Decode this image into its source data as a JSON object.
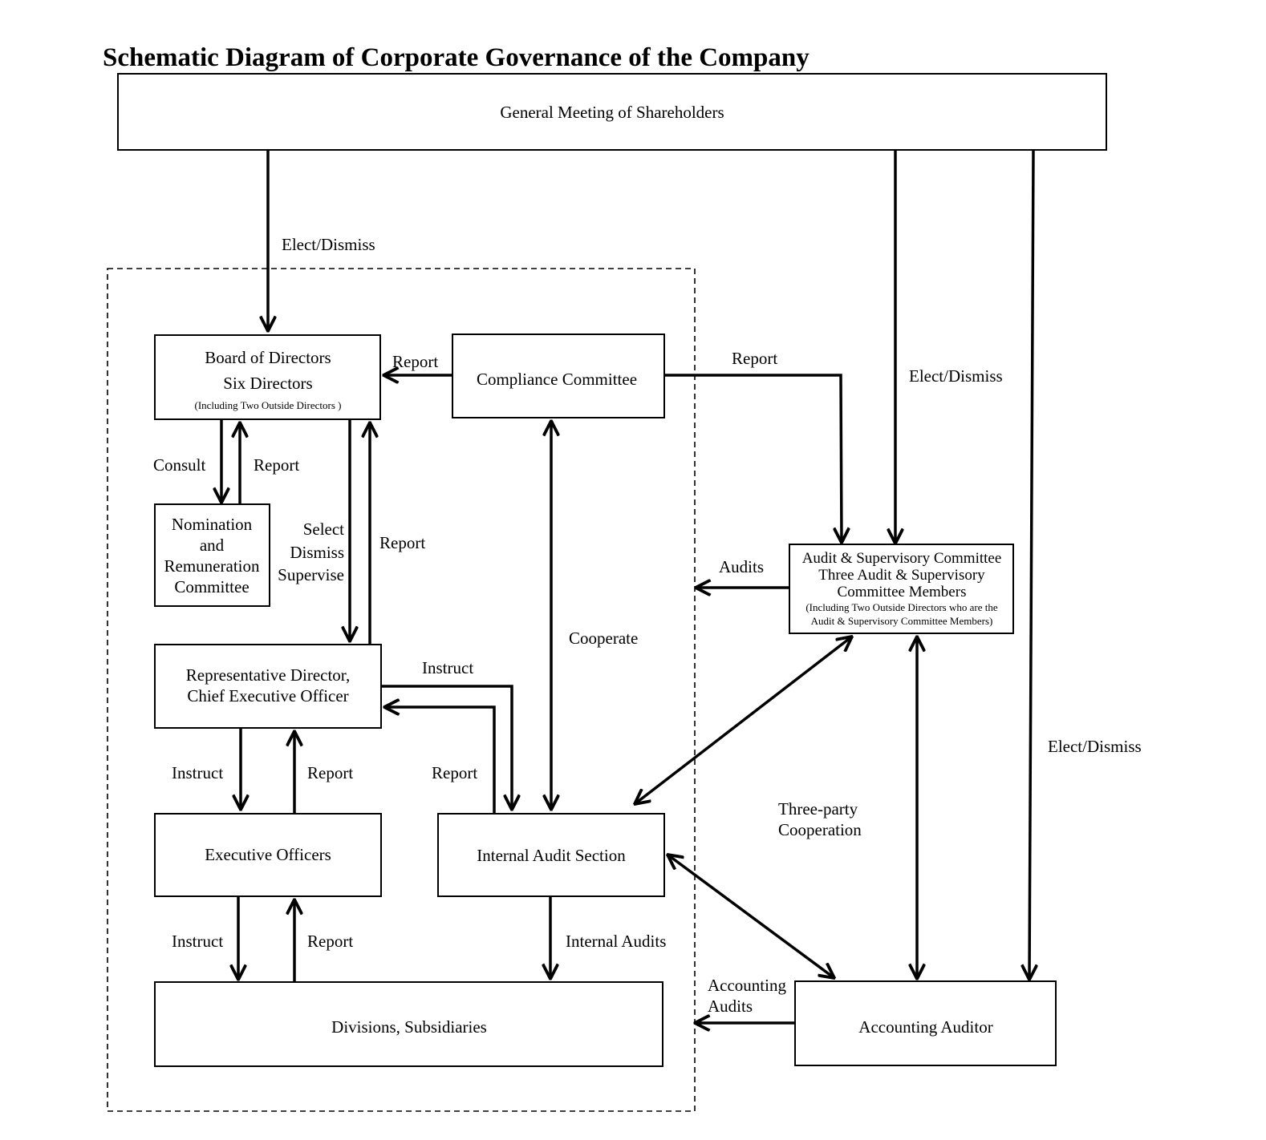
{
  "title": "Schematic Diagram of Corporate Governance of the Company",
  "nodes": {
    "shareholders": {
      "label": "General Meeting of Shareholders"
    },
    "board": {
      "line1": "Board of Directors",
      "line2": "Six Directors",
      "note": "(Including Two Outside Directors )"
    },
    "compliance": {
      "label": "Compliance Committee"
    },
    "nomination": {
      "lines": [
        "Nomination",
        "and",
        "Remuneration",
        "Committee"
      ]
    },
    "ceo": {
      "line1": "Representative Director,",
      "line2": "Chief Executive Officer"
    },
    "executive": {
      "label": "Executive Officers"
    },
    "internal_audit": {
      "label": "Internal Audit Section"
    },
    "divisions": {
      "label": "Divisions, Subsidiaries"
    },
    "audit_committee": {
      "line1": "Audit & Supervisory Committee",
      "line2": "Three Audit & Supervisory",
      "line3": "Committee Members",
      "note1": "(Including Two Outside Directors who are the",
      "note2": "Audit & Supervisory Committee Members)"
    },
    "accounting_auditor": {
      "label": "Accounting Auditor"
    }
  },
  "edge_labels": {
    "elect_dismiss_board": "Elect/Dismiss",
    "elect_dismiss_audit_committee": "Elect/Dismiss",
    "elect_dismiss_accounting_auditor": "Elect/Dismiss",
    "compliance_report_board": "Report",
    "compliance_report_audit": "Report",
    "consult": "Consult",
    "nomination_report": "Report",
    "select_dismiss_supervise": [
      "Select",
      "Dismiss",
      "Supervise"
    ],
    "ceo_report_board": "Report",
    "audits": "Audits",
    "cooperate": "Cooperate",
    "ceo_instruct_audit": "Instruct",
    "ceo_instruct_executive": "Instruct",
    "executive_report_ceo": "Report",
    "audit_report_ceo": "Report",
    "three_party": [
      "Three-party",
      "Cooperation"
    ],
    "executive_instruct_divisions": "Instruct",
    "divisions_report_executive": "Report",
    "internal_audits": "Internal Audits",
    "accounting_audits": [
      "Accounting",
      "Audits"
    ]
  }
}
